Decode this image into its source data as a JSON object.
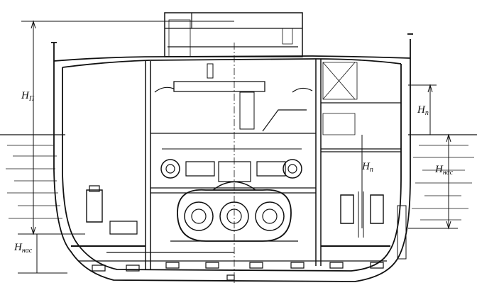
{
  "labels": {
    "hp_left": {
      "main": "H",
      "sub": "П"
    },
    "hp_right": {
      "main": "H",
      "sub": "п"
    },
    "hp_mid": {
      "main": "H",
      "sub": "п"
    },
    "hnas_left": {
      "main": "H",
      "sub": "нас"
    },
    "hnas_right": {
      "main": "H",
      "sub": "нас"
    }
  }
}
